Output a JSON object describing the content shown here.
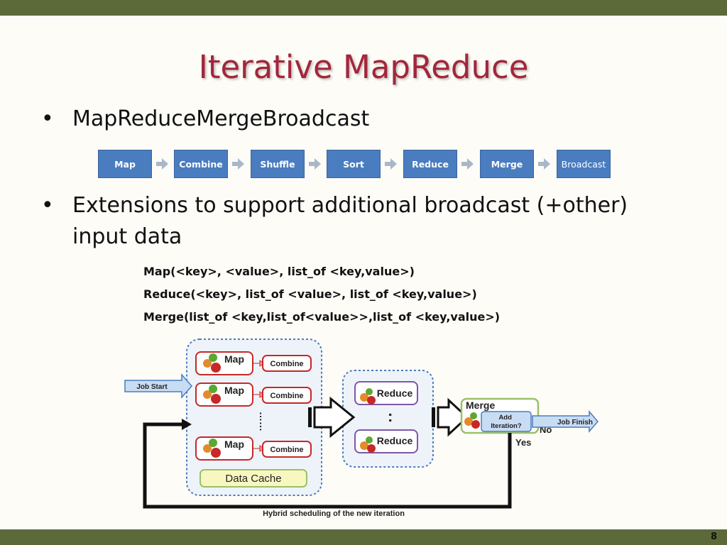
{
  "slide": {
    "title": "Iterative MapReduce",
    "number": "8"
  },
  "bullets": [
    {
      "symbol": "•",
      "text": "MapReduceMergeBroadcast"
    },
    {
      "symbol": "•",
      "text": "Extensions to support additional broadcast (+other) input data"
    }
  ],
  "pipeline": {
    "stages": [
      "Map",
      "Combine",
      "Shuffle",
      "Sort",
      "Reduce",
      "Merge",
      "Broadcast"
    ]
  },
  "signatures": [
    "Map(<key>, <value>, list_of <key,value>)",
    "Reduce(<key>, list_of <value>, list_of <key,value>)",
    "Merge(list_of <key,list_of<value>>,list_of <key,value>)"
  ],
  "diagram": {
    "job_start": "Job Start",
    "map_label": "Map",
    "combine_label": "Combine",
    "reduce_label": "Reduce",
    "dots": "……",
    "vdots": ":",
    "data_cache": "Data Cache",
    "merge": "Merge",
    "add_iteration": "Add Iteration?",
    "no": "No",
    "yes": "Yes",
    "job_finish": "Job Finish",
    "caption": "Hybrid scheduling of the new iteration"
  },
  "colors": {
    "bar": "#5c6a3a",
    "title": "#a3263b",
    "stage": "#4a7cc0"
  }
}
